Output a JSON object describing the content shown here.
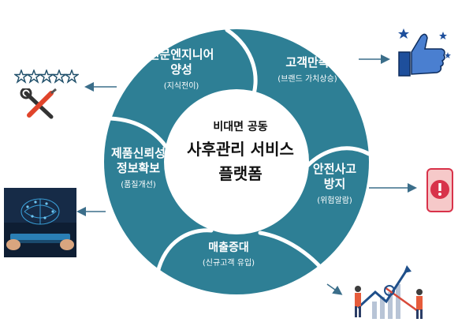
{
  "center": {
    "line1": "비대면 공동",
    "line2": "사후관리 서비스",
    "line3": "플랫폼"
  },
  "segments": [
    {
      "title_lines": [
        "전문엔지니어",
        "양성"
      ],
      "subtitle": "(지식전이)"
    },
    {
      "title_lines": [
        "고객만족"
      ],
      "subtitle": "(브랜드 가치상승)"
    },
    {
      "title_lines": [
        "안전사고",
        "방지"
      ],
      "subtitle": "(위험알람)"
    },
    {
      "title_lines": [
        "매출증대"
      ],
      "subtitle": "(신규고객 유입)"
    },
    {
      "title_lines": [
        "제품신뢰성",
        "정보확보"
      ],
      "subtitle": "(품질개선)"
    }
  ],
  "icons": [
    "five-star-rating-icon",
    "wrench-screwdriver-icon",
    "thumbs-up-icon",
    "alert-phone-icon",
    "growth-chart-people-icon",
    "ai-brain-tablet-icon"
  ],
  "colors": {
    "ring": "#2e7f95",
    "ring_border": "#ffffff",
    "arrow": "#3b6e8a",
    "text": "#ffffff",
    "center_text": "#111111"
  }
}
